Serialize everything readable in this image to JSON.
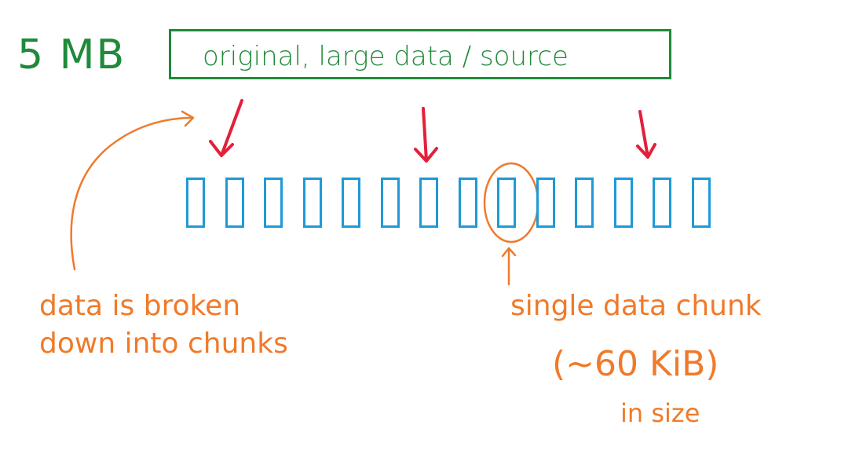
{
  "size_label": "5 MB",
  "source_box": {
    "label": "original, large data / source"
  },
  "chunks": {
    "count": 14,
    "highlighted_index": 8
  },
  "annotations": {
    "broken_line1": "data is broken",
    "broken_line2": "down into chunks",
    "single_chunk": "single data chunk",
    "chunk_size": "(~60 KiB)",
    "chunk_size_suffix": "in size"
  },
  "colors": {
    "source": "#1f8a3a",
    "arrows": "#e3203a",
    "chunks": "#1e9ad6",
    "annotations": "#f07a2a"
  }
}
